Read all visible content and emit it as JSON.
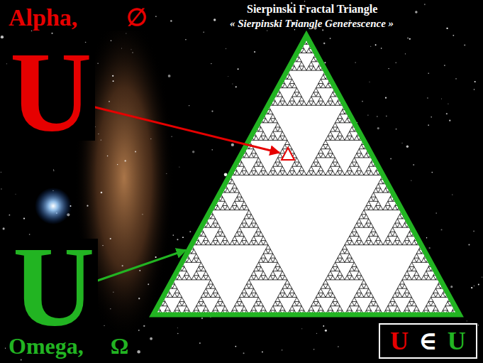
{
  "diagram": {
    "title": "Sierpinski Fractal Triangle",
    "nodes": [
      {
        "text": [
          "U",
          "∈",
          "U"
        ]
      }
    ],
    "labels": [
      "« Sierpinski Triangle Generescence »",
      "Alpha, ∅",
      "U",
      "U",
      "Omega, Ω"
    ]
  }
}
